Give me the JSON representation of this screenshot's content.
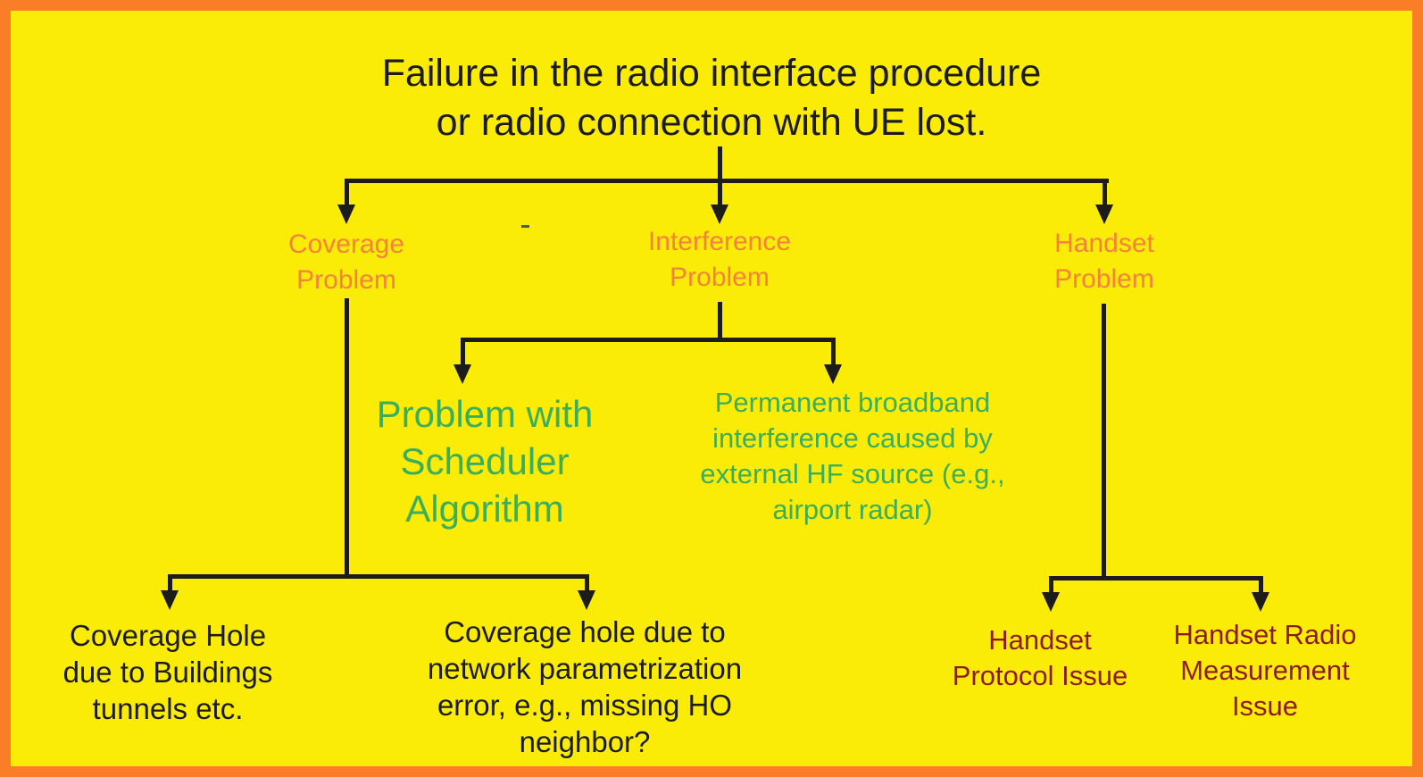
{
  "palette": {
    "background": "#FBEC08",
    "border": "#FA7D27",
    "line": "#1C1C1C",
    "ink": "#1C1C1C",
    "level1": "#F5823B",
    "level2": "#3BAE5C",
    "level3": "#8E1A1C"
  },
  "flowchart": {
    "root": {
      "label": "Failure in the radio interface procedure\nor radio connection with UE lost."
    },
    "branches": [
      {
        "id": "coverage-problem",
        "label": "Coverage\nProblem"
      },
      {
        "id": "interference-problem",
        "label": "Interference\nProblem"
      },
      {
        "id": "handset-problem",
        "label": "Handset\nProblem"
      }
    ],
    "coverage_children": [
      {
        "label": "Coverage Hole\ndue to Buildings\ntunnels etc."
      },
      {
        "label": "Coverage hole due to\nnetwork parametrization\nerror, e.g., missing HO\nneighbor?"
      }
    ],
    "interference_children": [
      {
        "label": "Problem with\nScheduler\nAlgorithm"
      },
      {
        "label": "Permanent broadband\ninterference caused by\nexternal HF source (e.g.,\nairport radar)"
      }
    ],
    "handset_children": [
      {
        "label": "Handset\nProtocol Issue"
      },
      {
        "label": "Handset Radio\nMeasurement\nIssue"
      }
    ]
  }
}
